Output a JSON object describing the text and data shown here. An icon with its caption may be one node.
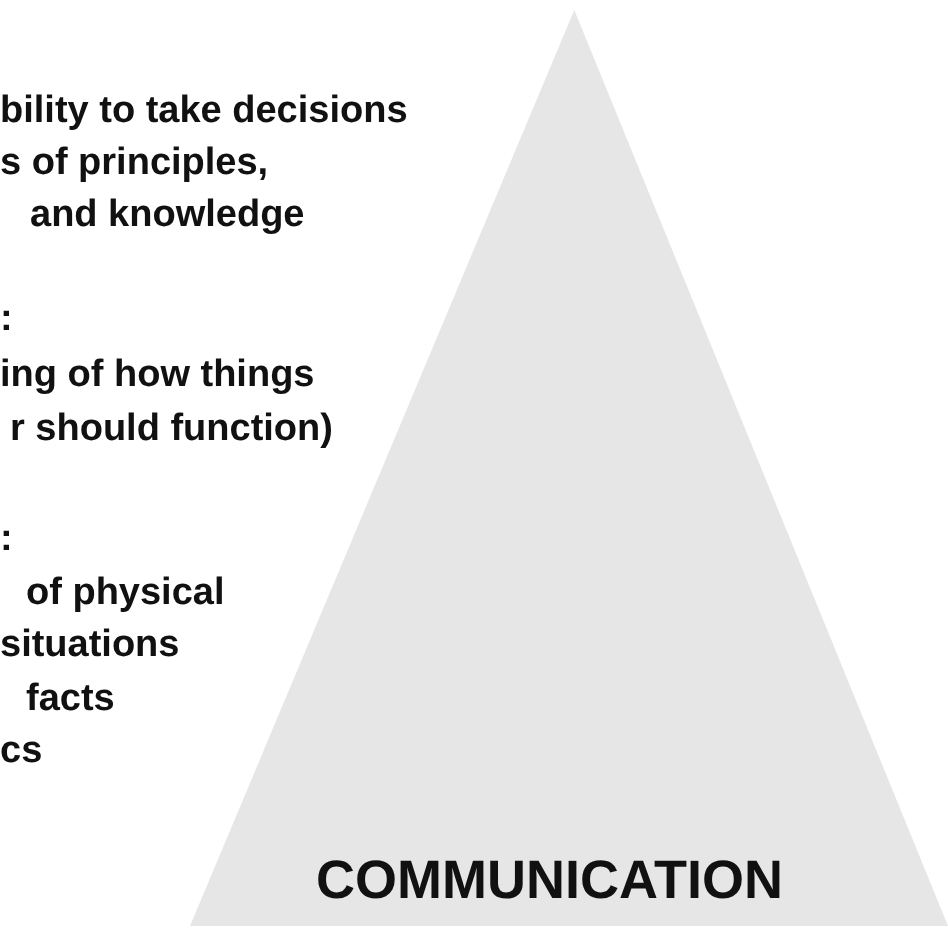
{
  "diagram": {
    "nodes": [
      {
        "text": [
          "COMMUNICATION"
        ]
      }
    ],
    "edges": [],
    "labels": [
      "bility to take decisions",
      "s of principles,",
      "and knowledge",
      ":",
      "ing of how things",
      "r should function)",
      ":",
      "of physical",
      "situations",
      "facts",
      "cs"
    ]
  }
}
